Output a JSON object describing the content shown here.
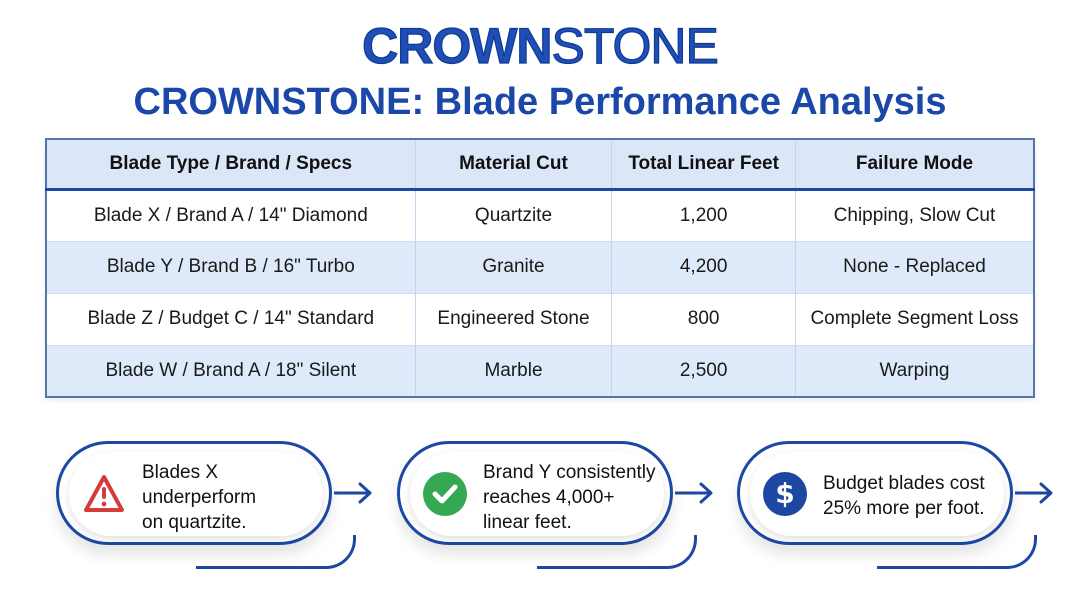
{
  "header": {
    "logo_bold": "CROWN",
    "logo_light": "STONE",
    "title": "CROWNSTONE: Blade Performance Analysis"
  },
  "table": {
    "columns": [
      "Blade Type / Brand / Specs",
      "Material Cut",
      "Total Linear Feet",
      "Failure Mode"
    ],
    "rows": [
      {
        "blade": "Blade X / Brand A / 14\" Diamond",
        "material": "Quartzite",
        "feet": "1,200",
        "failure": "Chipping, Slow Cut"
      },
      {
        "blade": "Blade Y / Brand B / 16\" Turbo",
        "material": "Granite",
        "feet": "4,200",
        "failure": "None - Replaced"
      },
      {
        "blade": "Blade Z / Budget C / 14\" Standard",
        "material": "Engineered Stone",
        "feet": "800",
        "failure": "Complete Segment Loss"
      },
      {
        "blade": "Blade W / Brand A / 18\" Silent",
        "material": "Marble",
        "feet": "2,500",
        "failure": "Warping"
      }
    ]
  },
  "insights": [
    {
      "icon": "warning-triangle-icon",
      "icon_color": "#d43c3c",
      "lines": [
        "Blades X",
        "underperform",
        "on quartzite."
      ]
    },
    {
      "icon": "check-circle-icon",
      "icon_color": "#34a853",
      "lines": [
        "Brand Y consistently",
        "reaches 4,000+",
        "linear feet."
      ]
    },
    {
      "icon": "dollar-circle-icon",
      "icon_color": "#1c48a3",
      "lines": [
        "Budget blades cost",
        "25% more per foot."
      ]
    }
  ],
  "colors": {
    "brand_blue": "#1a47a8",
    "header_bg": "#dbe7f8",
    "row_alt_bg": "#deeafa",
    "border": "#5476ad"
  }
}
